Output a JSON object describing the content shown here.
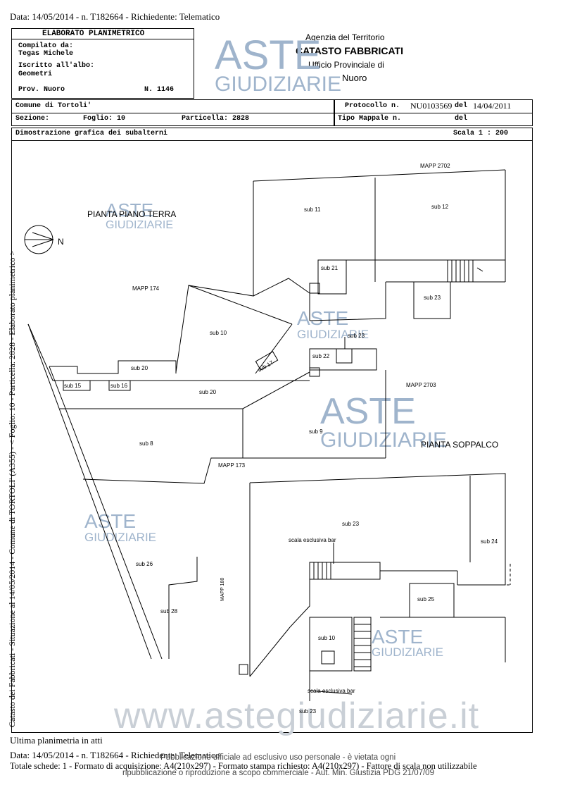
{
  "header": {
    "top_line": "Data: 14/05/2014 - n. T182664 - Richiedente: Telematico"
  },
  "title_block": {
    "title": "ELABORATO PLANIMETRICO",
    "compiled_label": "Compilato da:",
    "compiled_name": "Tegas Michele",
    "register_label": "Iscritto all'albo:",
    "register_value": "Geometri",
    "prov": "Prov. Nuoro",
    "number": "N.  1146",
    "agency": "Agenzia del Territorio",
    "catasto": "CATASTO FABBRICATI",
    "office": "Ufficio Provinciale di",
    "office_city": "Nuoro"
  },
  "info": {
    "comune": "Comune di Tortoli'",
    "protocollo_label": "Protocollo n.",
    "protocollo_value": "NU0103569",
    "del_label": "del",
    "protocollo_date": "14/04/2011",
    "sezione": "Sezione:",
    "foglio": "Foglio: 10",
    "particella": "Particella: 2828",
    "tipo": "Tipo Mappale n.",
    "tipo_del": "del",
    "dimostrazione": "Dimostrazione grafica dei subalterni",
    "scala": "Scala 1 : 200"
  },
  "side_text": "Catasto dei Fabbricati - Situazione al 14/05/2014 - Comune di TORTOLI' (A355) - < Foglio: 10 - Particella: 2828 - Elaborato planimetrico >",
  "compass_label": "N",
  "plan_labels": {
    "mapp_2702": "MAPP 2702",
    "piano_terra": "PIANTA PIANO TERRA",
    "sub11": "sub 11",
    "sub12": "sub 12",
    "sub21": "sub 21",
    "mapp_174": "MAPP 174",
    "sub23_top": "sub 23",
    "sub10_top": "sub 10",
    "sub23_small": "sub 23",
    "sub17": "sub 17",
    "sub22": "sub 22",
    "sub20_a": "sub 20",
    "sub15": "sub 15",
    "sub16": "sub 16",
    "sub20_b": "sub 20",
    "mapp_2703": "MAPP 2703",
    "sub9": "sub 9",
    "sub8": "sub 8",
    "soppalco": "PIANTA SOPPALCO",
    "mapp_173": "MAPP 173",
    "sub23_mid": "sub 23",
    "scala_bar_1": "scala esclusiva bar",
    "sub24": "sub 24",
    "sub26": "sub 26",
    "mapp_180": "MAPP 180",
    "sub25": "sub 25",
    "sub28": "sub 28",
    "sub10_bottom": "sub 10",
    "scala_bar_2": "scala esclusiva bar",
    "sub23_bottom": "sub 23"
  },
  "watermarks": {
    "aste": "ASTE",
    "giudiziarie": "GIUDIZIARIE",
    "website": "www.astegiudiziarie.it"
  },
  "footer": {
    "ultima": "Ultima planimetria in atti",
    "data_line": "Data: 14/05/2014 - n. T182664 - Richiedente: Telematico",
    "totale": "Totale schede: 1 - Formato di acquisizione: A4(210x297) - Formato stampa richiesto: A4(210x297) - Fattore di scala non utilizzabile",
    "pub1": "Pubblicazione ufficiale ad esclusivo uso personale - è vietata ogni",
    "pub2": "ripubblicazione o riproduzione a scopo commerciale - Aut. Min. Giustizia PDG 21/07/09"
  }
}
